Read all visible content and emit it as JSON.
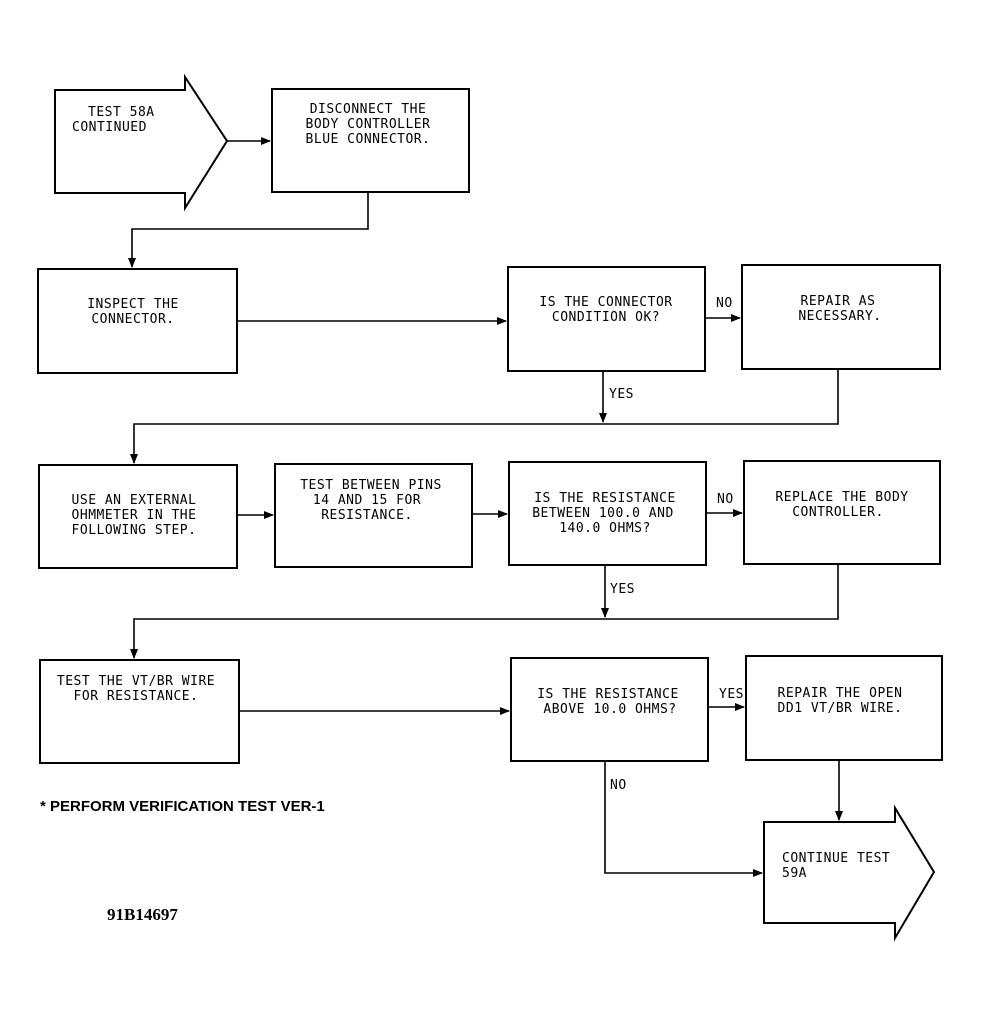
{
  "nodes": {
    "start": [
      "TEST 58A",
      "CONTINUED"
    ],
    "disconnect": [
      "DISCONNECT THE",
      "BODY CONTROLLER",
      "BLUE CONNECTOR."
    ],
    "inspect": [
      "INSPECT THE",
      "CONNECTOR."
    ],
    "q_connector": [
      "IS THE CONNECTOR",
      "CONDITION OK?"
    ],
    "repair_connector": [
      "REPAIR AS",
      "NECESSARY."
    ],
    "ohmmeter": [
      "USE AN EXTERNAL",
      "OHMMETER IN THE",
      "FOLLOWING STEP."
    ],
    "test_pins": [
      "TEST BETWEEN PINS",
      "14 AND 15 FOR",
      "RESISTANCE."
    ],
    "q_resistance_range": [
      "IS THE RESISTANCE",
      "BETWEEN 100.0 AND",
      "140.0 OHMS?"
    ],
    "replace_controller": [
      "REPLACE THE BODY",
      "CONTROLLER."
    ],
    "test_wire": [
      "TEST THE VT/BR WIRE",
      "FOR RESISTANCE."
    ],
    "q_resistance_above": [
      "IS THE RESISTANCE",
      "ABOVE 10.0 OHMS?"
    ],
    "repair_wire": [
      "REPAIR THE OPEN",
      "DD1 VT/BR WIRE."
    ],
    "continue": [
      "CONTINUE TEST",
      "59A"
    ]
  },
  "edge_labels": {
    "no1": "NO",
    "yes1": "YES",
    "no2": "NO",
    "yes2": "YES",
    "yes3": "YES",
    "no3": "NO"
  },
  "footnote": "* PERFORM VERIFICATION TEST VER-1",
  "figure_id": "91B14697"
}
